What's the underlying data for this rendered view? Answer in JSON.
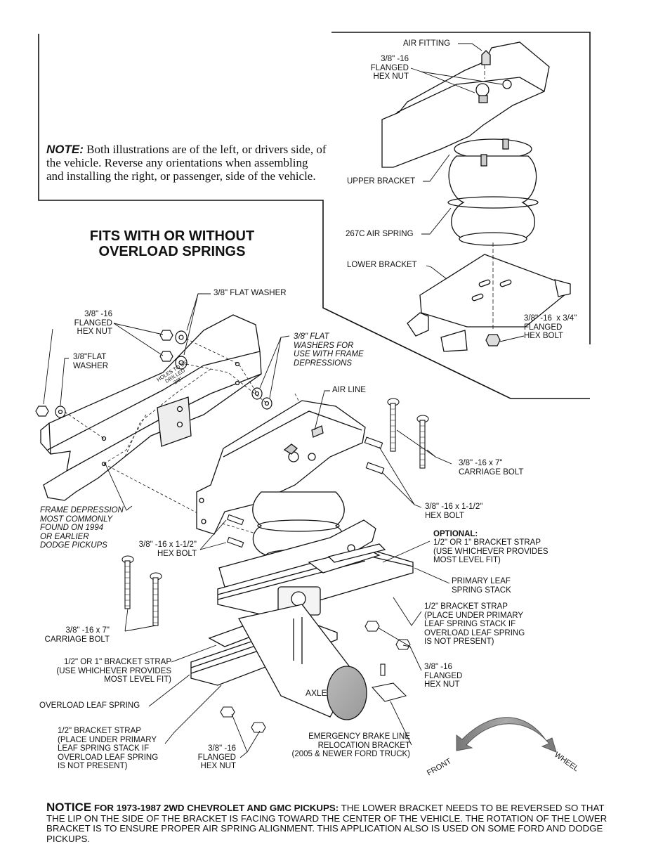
{
  "note": {
    "heading": "NOTE:",
    "text": "Both illustrations are of the left, or drivers side, of the vehicle.  Reverse any orientations when assembling and installing the right, or passenger, side of the vehicle."
  },
  "fits_title": [
    "FITS WITH OR WITHOUT",
    "OVERLOAD SPRINGS"
  ],
  "inset_labels": {
    "air_fitting": "AIR FITTING",
    "flanged_nut": "3/8\" -16\nFLANGED\nHEX NUT",
    "upper_bracket": "UPPER BRACKET",
    "air_spring": "267C AIR SPRING",
    "lower_bracket": "LOWER BRACKET",
    "flanged_bolt": "3/8\" -16  x 3/4\"\nFLANGED\nHEX BOLT"
  },
  "main_labels": {
    "flat_washer_top": "3/8\" FLAT WASHER",
    "flanged_nut_left": "3/8\" -16\nFLANGED\nHEX NUT",
    "flat_washer_left": "3/8\"FLAT\nWASHER",
    "frame_washers": "3/8\" FLAT\nWASHERS FOR\nUSE WITH FRAME\nDEPRESSIONS",
    "holes": "HOLES TO BE\nDRILLED\n3/8\"",
    "air_line": "AIR LINE",
    "carriage_bolt_right": "3/8\" -16 x 7\"\nCARRIAGE BOLT",
    "hex_bolt_right": "3/8\" -16 x 1-1/2\"\nHEX BOLT",
    "frame_depression": "FRAME DEPRESSION\nMOST COMMONLY\nFOUND ON 1994\nOR EARLIER\nDODGE PICKUPS",
    "hex_bolt_left": "3/8\" -16 x 1-1/2\"\nHEX BOLT",
    "optional_heading": "OPTIONAL:",
    "optional_text": "1/2\" OR 1\" BRACKET STRAP\n(USE WHICHEVER PROVIDES\nMOST LEVEL FIT)",
    "primary_leaf": "PRIMARY LEAF\nSPRING STACK",
    "bracket_strap_right": "1/2\" BRACKET STRAP\n(PLACE UNDER PRIMARY\nLEAF SPRING STACK IF\nOVERLOAD LEAF SPRING\nIS NOT PRESENT)",
    "carriage_bolt_left": "3/8\" -16 x 7\"\nCARRIAGE BOLT",
    "bracket_strap_left": "1/2\" OR 1\" BRACKET STRAP\n(USE WHICHEVER PROVIDES\nMOST LEVEL FIT)",
    "flanged_nut_right": "3/8\" -16\nFLANGED\nHEX NUT",
    "axle": "AXLE",
    "overload_leaf": "OVERLOAD LEAF SPRING",
    "bracket_strap_bottom": "1/2\" BRACKET STRAP\n(PLACE UNDER PRIMARY\nLEAF SPRING STACK IF\nOVERLOAD LEAF SPRING\nIS NOT PRESENT)",
    "flanged_nut_bottom": "3/8\" -16\nFLANGED\nHEX NUT",
    "brake_bracket": "EMERGENCY BRAKE LINE\nRELOCATION BRACKET\n(2005 & NEWER FORD TRUCK)",
    "front": "FRONT",
    "wheel": "WHEEL"
  },
  "notice": {
    "word": "NOTICE",
    "heading": "FOR 1973-1987 2WD CHEVROLET AND GMC PICKUPS:",
    "text": "THE LOWER BRACKET NEEDS TO BE REVERSED SO THAT THE LIP ON THE SIDE OF THE BRACKET IS FACING TOWARD THE CENTER OF THE VEHICLE. THE ROTATION OF THE LOWER BRACKET IS TO ENSURE PROPER AIR SPRING ALIGNMENT. THIS APPLICATION ALSO IS USED ON SOME FORD AND DODGE PICKUPS."
  }
}
